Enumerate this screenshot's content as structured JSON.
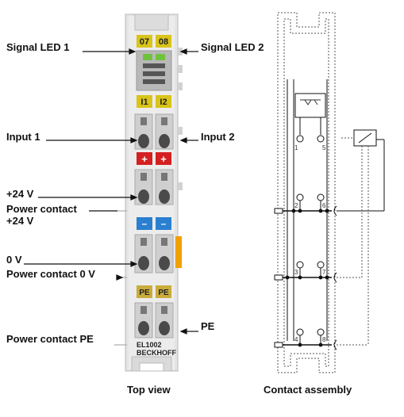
{
  "terminal": {
    "led_labels": [
      "07",
      "08"
    ],
    "input_labels": [
      "I1",
      "I2"
    ],
    "plus_labels": [
      "+",
      "+"
    ],
    "minus_labels": [
      "–",
      "–"
    ],
    "pe_labels": [
      "PE",
      "PE"
    ],
    "model": "EL1002",
    "brand": "BECKHOFF"
  },
  "callouts": {
    "signal_led_1": "Signal LED 1",
    "signal_led_2": "Signal LED 2",
    "input_1": "Input 1",
    "input_2": "Input 2",
    "plus24_a": "+24 V",
    "power_contact": "Power contact",
    "plus24_b": "+24 V",
    "zero_v": "0 V",
    "power_contact_0v": "Power contact 0 V",
    "pe": "PE",
    "power_contact_pe": "Power contact PE"
  },
  "captions": {
    "top_view": "Top view",
    "contact_assembly": "Contact assembly"
  },
  "assembly": {
    "contact_numbers": [
      "1",
      "5",
      "2",
      "6",
      "3",
      "7",
      "4",
      "8"
    ]
  },
  "colors": {
    "housing": "#e6e6e6",
    "label_yellow": "#d8c41a",
    "label_red": "#d42020",
    "label_blue": "#2a7fd0",
    "label_pe": "#c9ac3c",
    "contact_orange": "#f0a000",
    "led_green": "#6fc23d"
  }
}
